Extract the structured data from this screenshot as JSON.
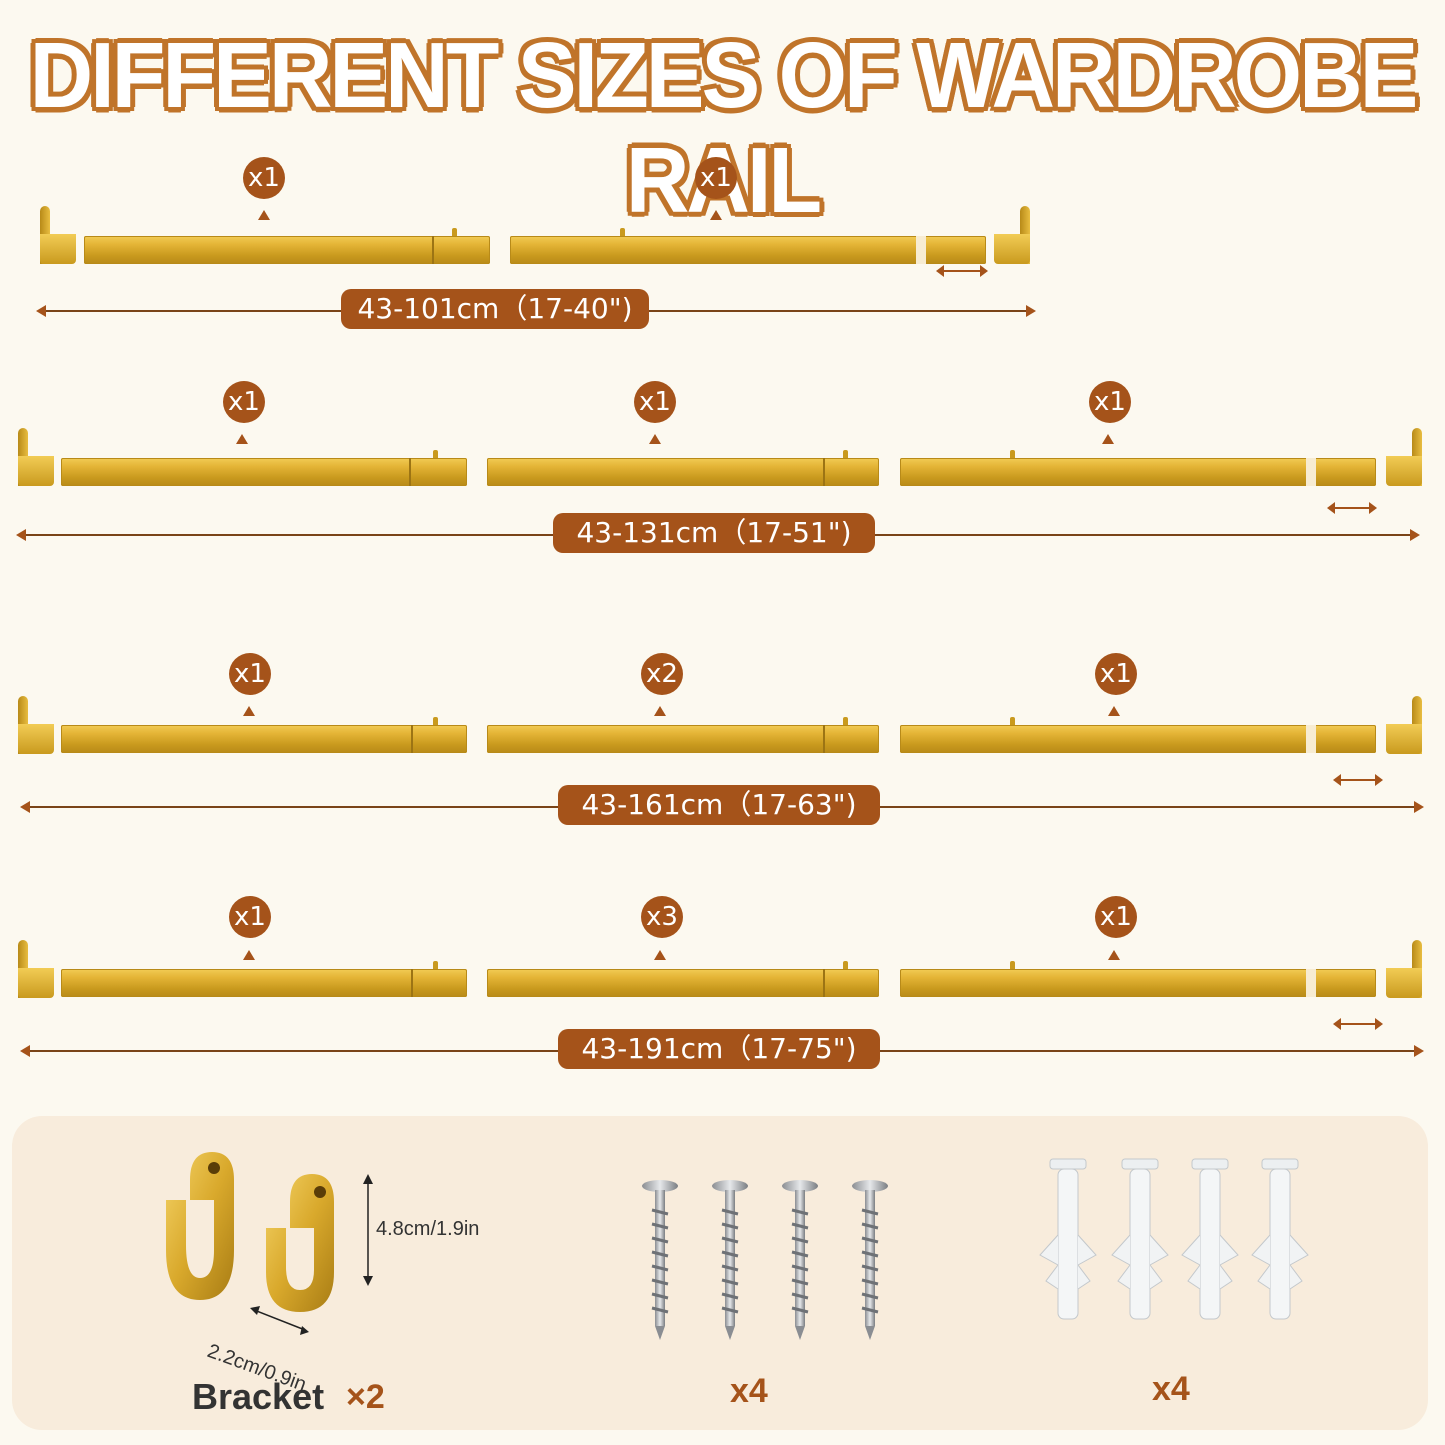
{
  "title": "DIFFERENT SIZES OF WARDROBE RAIL",
  "colors": {
    "accent": "#a5531a",
    "outline": "#c0742a",
    "gold": "#e4b436",
    "panel": "#f8ecdc"
  },
  "rows": [
    {
      "badges": [
        "x1",
        "x1"
      ],
      "dimension": "43-101cm（17-40\")"
    },
    {
      "badges": [
        "x1",
        "x1",
        "x1"
      ],
      "dimension": "43-131cm（17-51\")"
    },
    {
      "badges": [
        "x1",
        "x2",
        "x1"
      ],
      "dimension": "43-161cm（17-63\")"
    },
    {
      "badges": [
        "x1",
        "x3",
        "x1"
      ],
      "dimension": "43-191cm（17-75\")"
    }
  ],
  "accessories": {
    "bracket_height": "4.8cm/1.9in",
    "bracket_width": "2.2cm/0.9in",
    "bracket_label": "Bracket",
    "bracket_qty": "×2",
    "screws_qty": "x4",
    "anchors_qty": "x4"
  }
}
